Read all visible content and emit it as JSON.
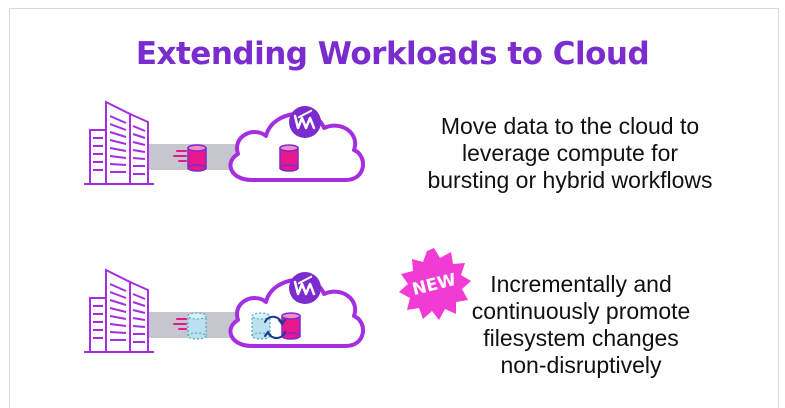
{
  "slide": {
    "title": "Extending Workloads to Cloud"
  },
  "row1": {
    "caption_lines": [
      "Move data to the cloud to",
      "leverage compute for",
      "bursting or hybrid workflows"
    ]
  },
  "row2": {
    "badge_label": "NEW",
    "caption_lines": [
      "Incrementally and",
      "continuously promote",
      "filesystem changes",
      "non-disruptively"
    ]
  },
  "colors": {
    "title": "#7b2ccf",
    "outline": "#a42ee0",
    "magenta": "#e8178d",
    "pipe": "#c6c7ce",
    "badge": "#f23ad5",
    "ghost_cylinder": "#b9e1f0"
  },
  "icons": [
    "building-icon",
    "pipe-icon",
    "data-cylinder-icon",
    "cloud-icon",
    "weka-logo-icon",
    "sync-arrows-icon",
    "new-burst-badge"
  ]
}
